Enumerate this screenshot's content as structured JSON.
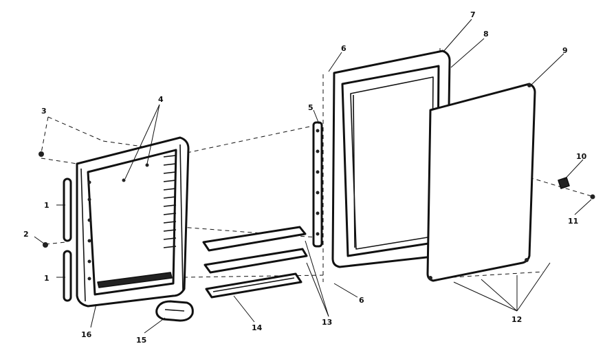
{
  "callouts": {
    "c1a": "1",
    "c1b": "1",
    "c2": "2",
    "c3": "3",
    "c4": "4",
    "c5": "5",
    "c6a": "6",
    "c6b": "6",
    "c7": "7",
    "c8": "8",
    "c9": "9",
    "c10": "10",
    "c11": "11",
    "c12": "12",
    "c13": "13",
    "c14": "14",
    "c15": "15",
    "c16": "16"
  }
}
